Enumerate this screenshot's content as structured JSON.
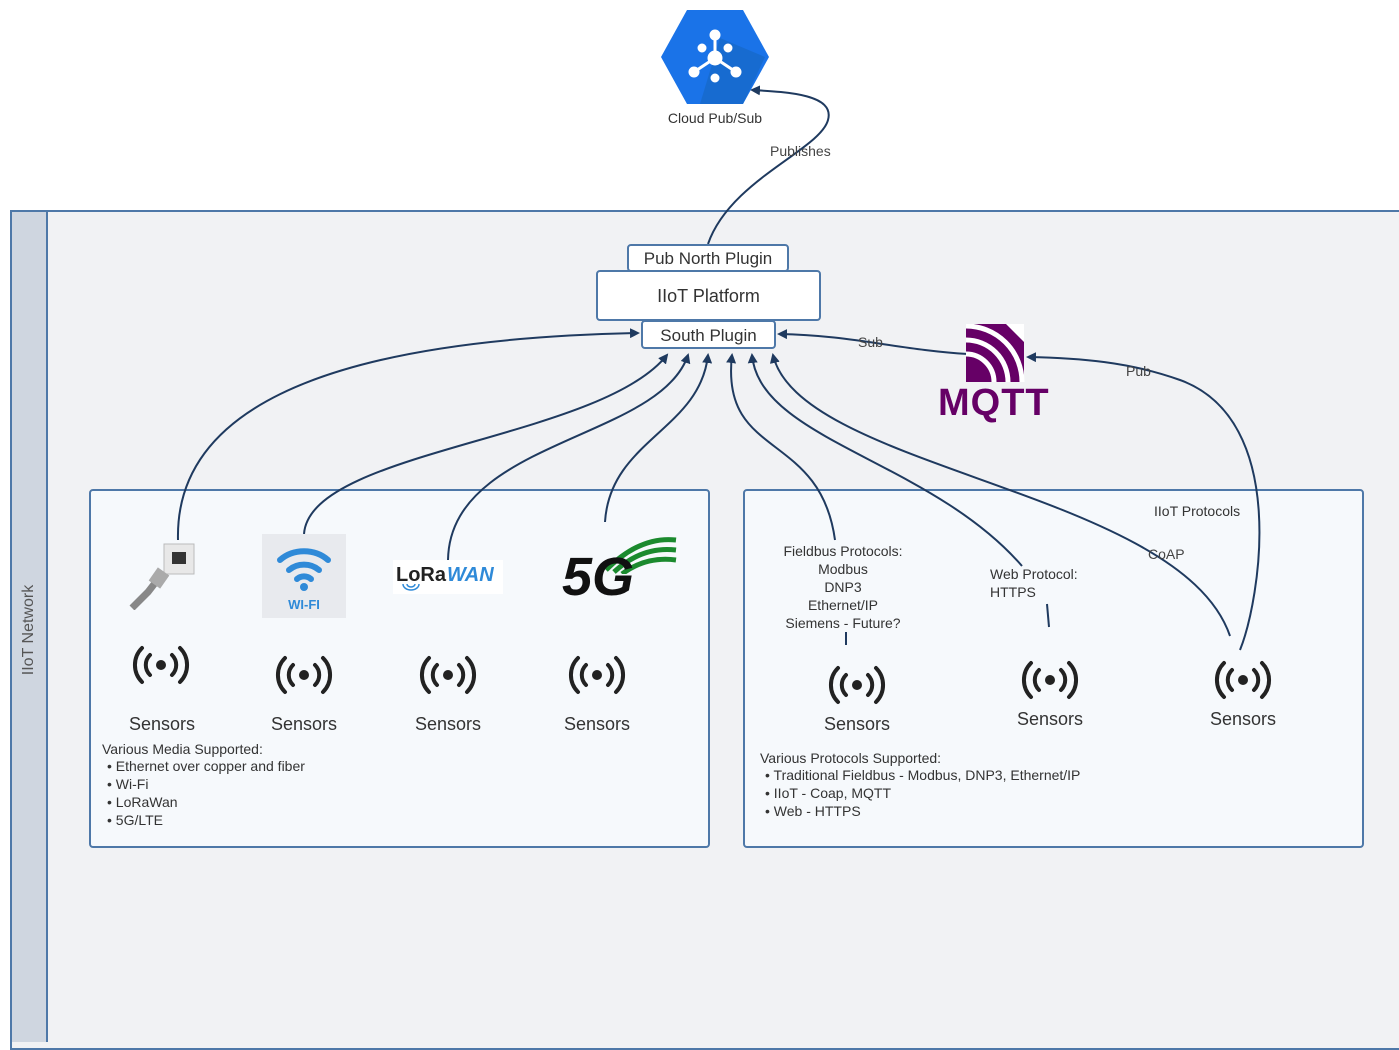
{
  "cloud": {
    "label": "Cloud Pub/Sub",
    "hex_color": "#1a73e8"
  },
  "edges": {
    "publishes": "Publishes",
    "sub": "Sub",
    "pub": "Pub",
    "coap": "CoAP"
  },
  "lane": {
    "label": "IIoT Network"
  },
  "platform": {
    "north_plugin": "Pub North Plugin",
    "title": "IIoT Platform",
    "south_plugin": "South Plugin"
  },
  "mqtt": {
    "logo_text": "MQTT",
    "color": "#660066"
  },
  "media_group": {
    "logos": {
      "wifi_text": "WI-FI",
      "lora_text_1": "LoRa",
      "lora_text_2": "WAN",
      "g5_text": "5G"
    },
    "sensors": [
      "Sensors",
      "Sensors",
      "Sensors",
      "Sensors"
    ],
    "notes_title": "Various Media Supported:",
    "notes": [
      "Ethernet over copper and fiber",
      "Wi-Fi",
      "LoRaWan",
      "5G/LTE"
    ]
  },
  "protocol_group": {
    "title": "IIoT Protocols",
    "fieldbus_lines": [
      "Fieldbus Protocols:",
      "Modbus",
      "DNP3",
      "Ethernet/IP",
      "Siemens - Future?"
    ],
    "web_lines": [
      "Web Protocol:",
      "HTTPS"
    ],
    "sensors": [
      "Sensors",
      "Sensors",
      "Sensors"
    ],
    "notes_title": "Various Protocols Supported:",
    "notes": [
      "Traditional Fieldbus - Modbus, DNP3, Ethernet/IP",
      "IIoT - Coap, MQTT",
      "Web - HTTPS"
    ]
  }
}
